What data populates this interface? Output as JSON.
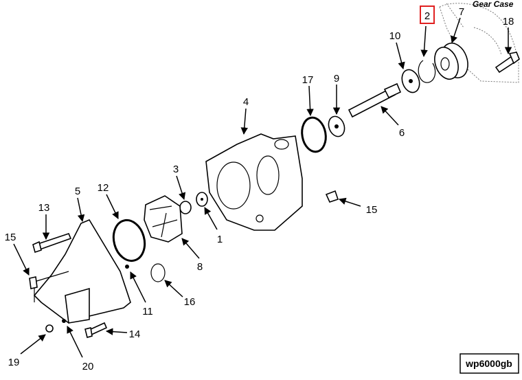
{
  "figure": {
    "context_label": "Gear Case",
    "code": "wp6000gb",
    "highlight_color": "#e02020",
    "highlighted_callout": "2"
  },
  "callouts": [
    "2",
    "7",
    "18",
    "10",
    "17",
    "9",
    "4",
    "6",
    "3",
    "12",
    "5",
    "13",
    "15",
    "1",
    "15",
    "8",
    "11",
    "16",
    "14",
    "19",
    "20"
  ]
}
